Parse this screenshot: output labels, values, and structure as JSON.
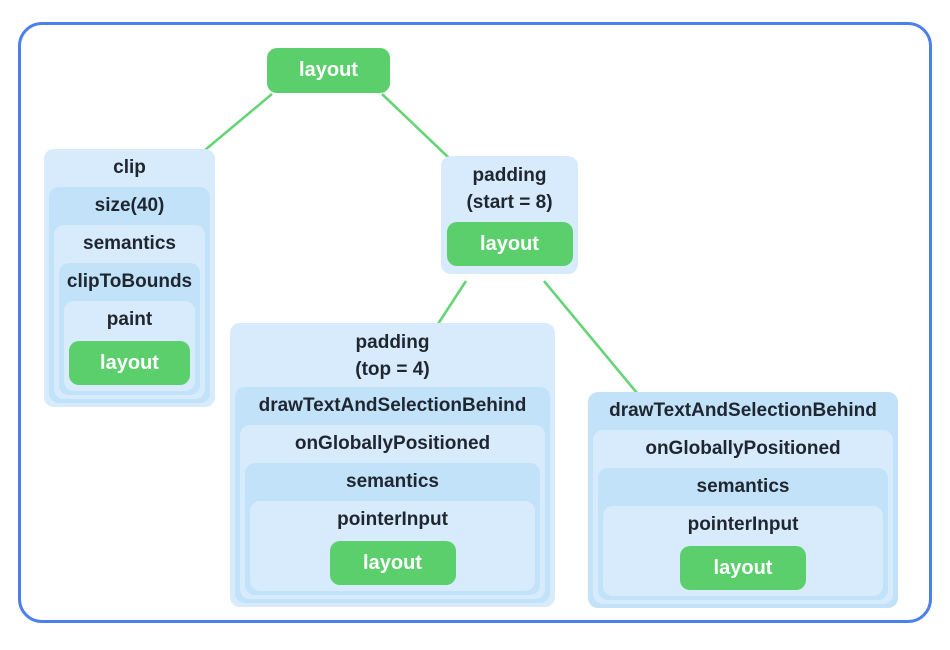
{
  "diagram": {
    "title": "modifier-node-tree",
    "colors": {
      "frame_border": "#4e80ed",
      "shade_light": "#d7ebfd",
      "shade_dark": "#c2e2fa",
      "green_node": "#5bcf6c",
      "edge_green": "#66d477",
      "text": "#1f2630"
    },
    "root": {
      "label": "layout"
    },
    "clip_stack": {
      "levels": [
        "clip",
        "size(40)",
        "semantics",
        "clipToBounds",
        "paint"
      ],
      "leaf": "layout"
    },
    "padding_start_node": {
      "line1": "padding",
      "line2": "(start = 8)",
      "leaf": "layout"
    },
    "padding_top_stack": {
      "line1": "padding",
      "line2": "(top = 4)",
      "levels": [
        "drawTextAndSelectionBehind",
        "onGloballyPositioned",
        "semantics",
        "pointerInput"
      ],
      "leaf": "layout"
    },
    "draw_text_stack": {
      "levels": [
        "drawTextAndSelectionBehind",
        "onGloballyPositioned",
        "semantics",
        "pointerInput"
      ],
      "leaf": "layout"
    }
  }
}
